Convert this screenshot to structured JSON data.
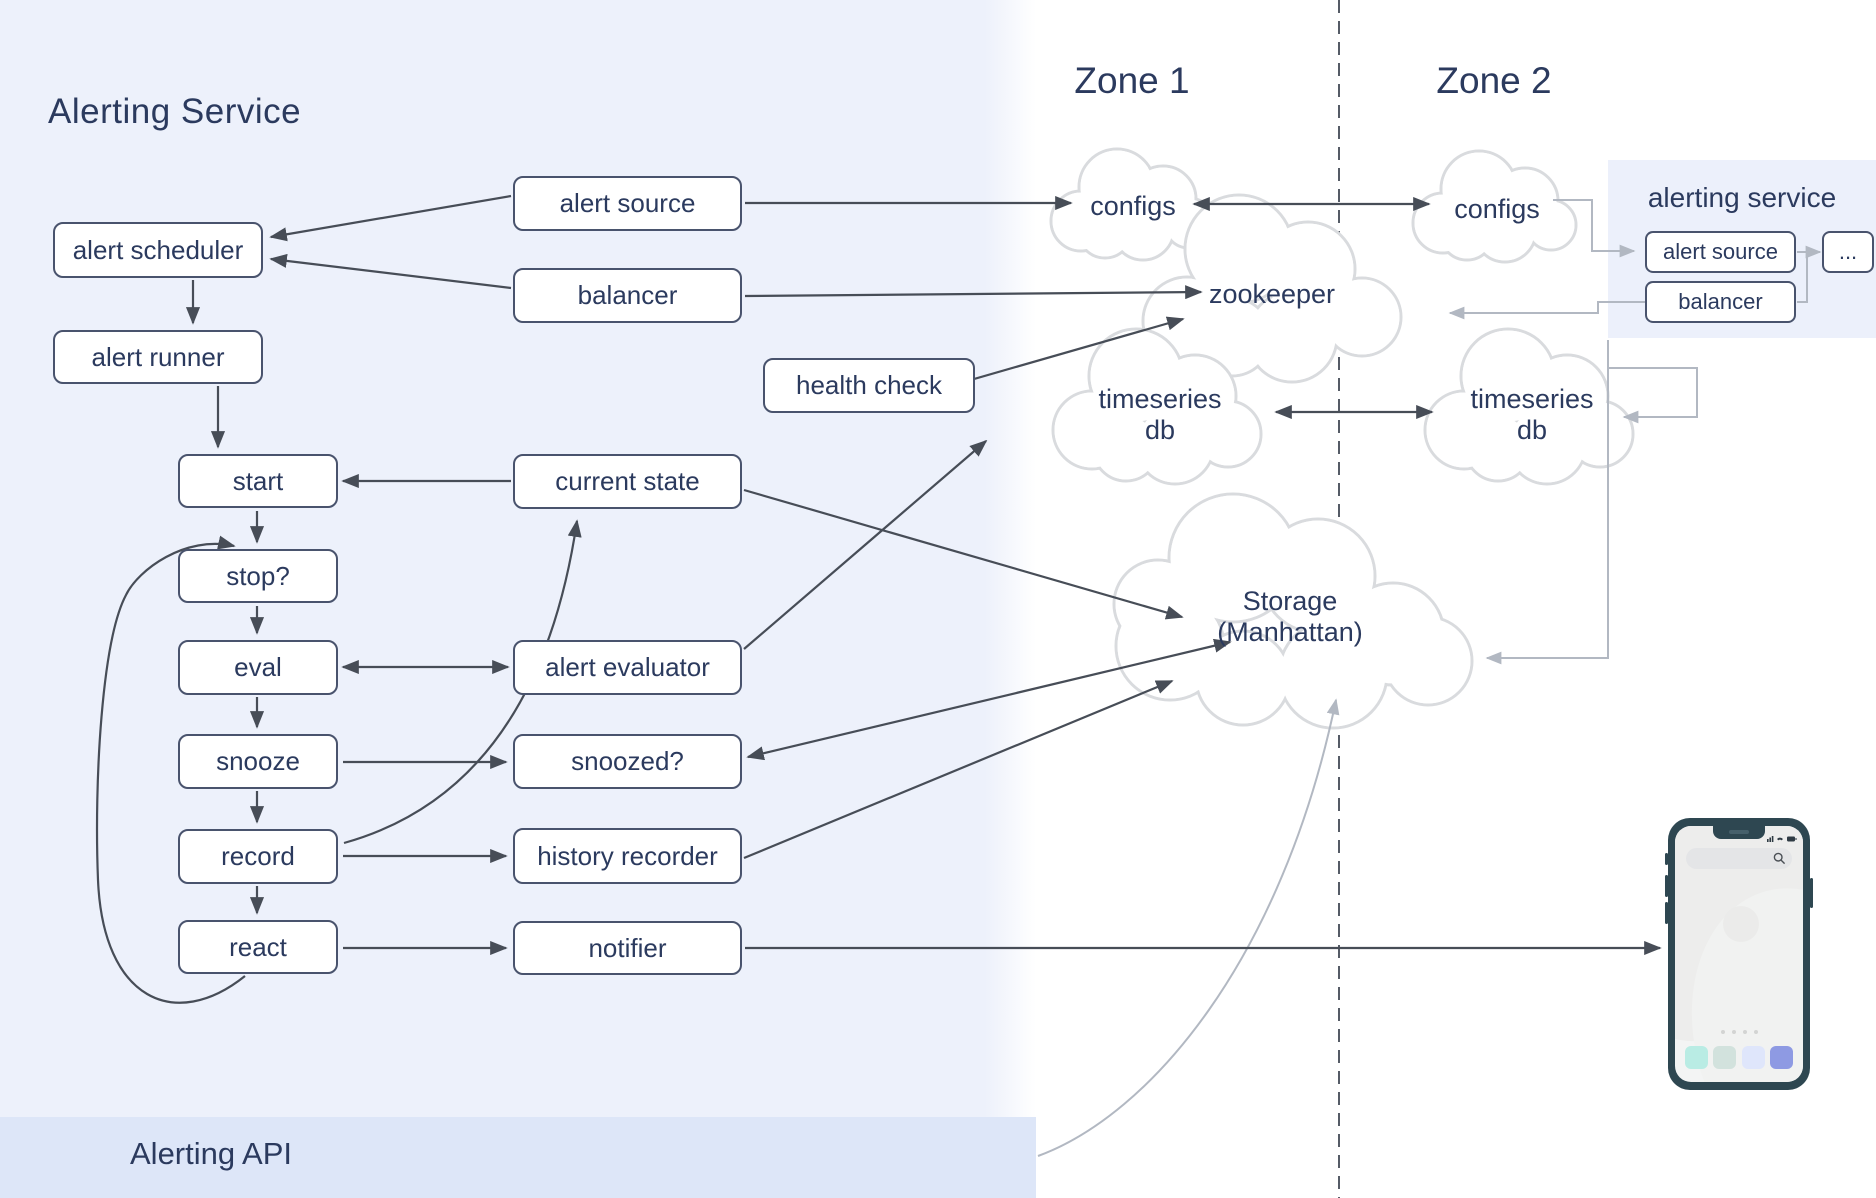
{
  "panel": {
    "title": "Alerting Service",
    "api_label": "Alerting API"
  },
  "zones": {
    "zone1": "Zone 1",
    "zone2": "Zone 2"
  },
  "boxes": {
    "alert_scheduler": "alert scheduler",
    "alert_runner": "alert runner",
    "start": "start",
    "stop": "stop?",
    "eval": "eval",
    "snooze": "snooze",
    "record": "record",
    "react": "react",
    "alert_source": "alert source",
    "balancer": "balancer",
    "health_check": "health check",
    "current_state": "current state",
    "alert_evaluator": "alert evaluator",
    "snoozed": "snoozed?",
    "history_recorder": "history recorder",
    "notifier": "notifier"
  },
  "clouds": {
    "configs_zone1": "configs",
    "configs_zone2": "configs",
    "zookeeper": "zookeeper",
    "timeseries_line1": "timeseries",
    "timeseries_line2": "db",
    "storage_line1": "Storage",
    "storage_line2": "(Manhattan)"
  },
  "mini_panel": {
    "title": "alerting service",
    "alert_source": "alert source",
    "balancer": "balancer",
    "more": "..."
  },
  "colors": {
    "panel_bg": "#edf1fb",
    "api_band_bg": "#dde6f8",
    "text_navy": "#2b3a5e",
    "box_border": "#49536d",
    "arrow_dark": "#474d57",
    "arrow_gray": "#b2b8c2",
    "cloud_stroke": "#d9dbde",
    "phone_frame": "#2e4751"
  },
  "phone": {
    "app_icon_colors": [
      "#b9ece4",
      "#d2e2dd",
      "#dfe6fb",
      "#8e9ae3"
    ]
  }
}
